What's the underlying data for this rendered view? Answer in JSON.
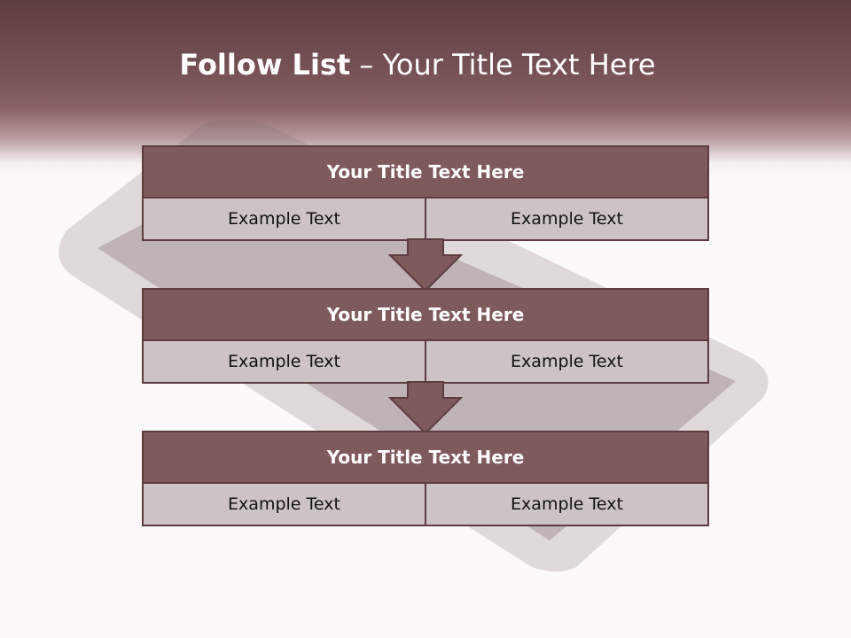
{
  "slide": {
    "title_bold": "Follow List",
    "title_rest": " – Your Title Text Here"
  },
  "steps": [
    {
      "title": "Your Title Text Here",
      "cells": [
        "Example Text",
        "Example Text"
      ]
    },
    {
      "title": "Your Title Text Here",
      "cells": [
        "Example Text",
        "Example Text"
      ]
    },
    {
      "title": "Your Title Text Here",
      "cells": [
        "Example Text",
        "Example Text"
      ]
    }
  ],
  "colors": {
    "header": "#6e4a4d",
    "box_title": "#7e5a5c",
    "box_cell": "#cdc3c4",
    "border": "#5e3b3e"
  }
}
